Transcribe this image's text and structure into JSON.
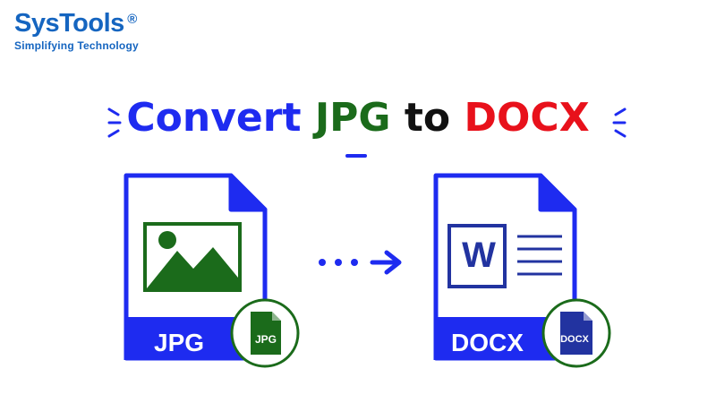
{
  "logo": {
    "name": "SysTools",
    "registered": "®",
    "tagline": "Simplifying Technology"
  },
  "headline": {
    "word_convert": "Convert",
    "word_jpg": "JPG",
    "word_to": "to",
    "word_docx": "DOCX"
  },
  "source_file": {
    "label": "JPG",
    "badge": "JPG"
  },
  "target_file": {
    "label": "DOCX",
    "badge": "DOCX",
    "word_letter": "W"
  },
  "colors": {
    "brand_blue": "#1565c0",
    "doc_blue": "#1e2bf0",
    "jpg_green": "#1b6b1b",
    "docx_red": "#e8111b",
    "word_navy": "#2233a0"
  },
  "icons": [
    "image-icon",
    "word-document-icon",
    "arrow-right-icon"
  ]
}
